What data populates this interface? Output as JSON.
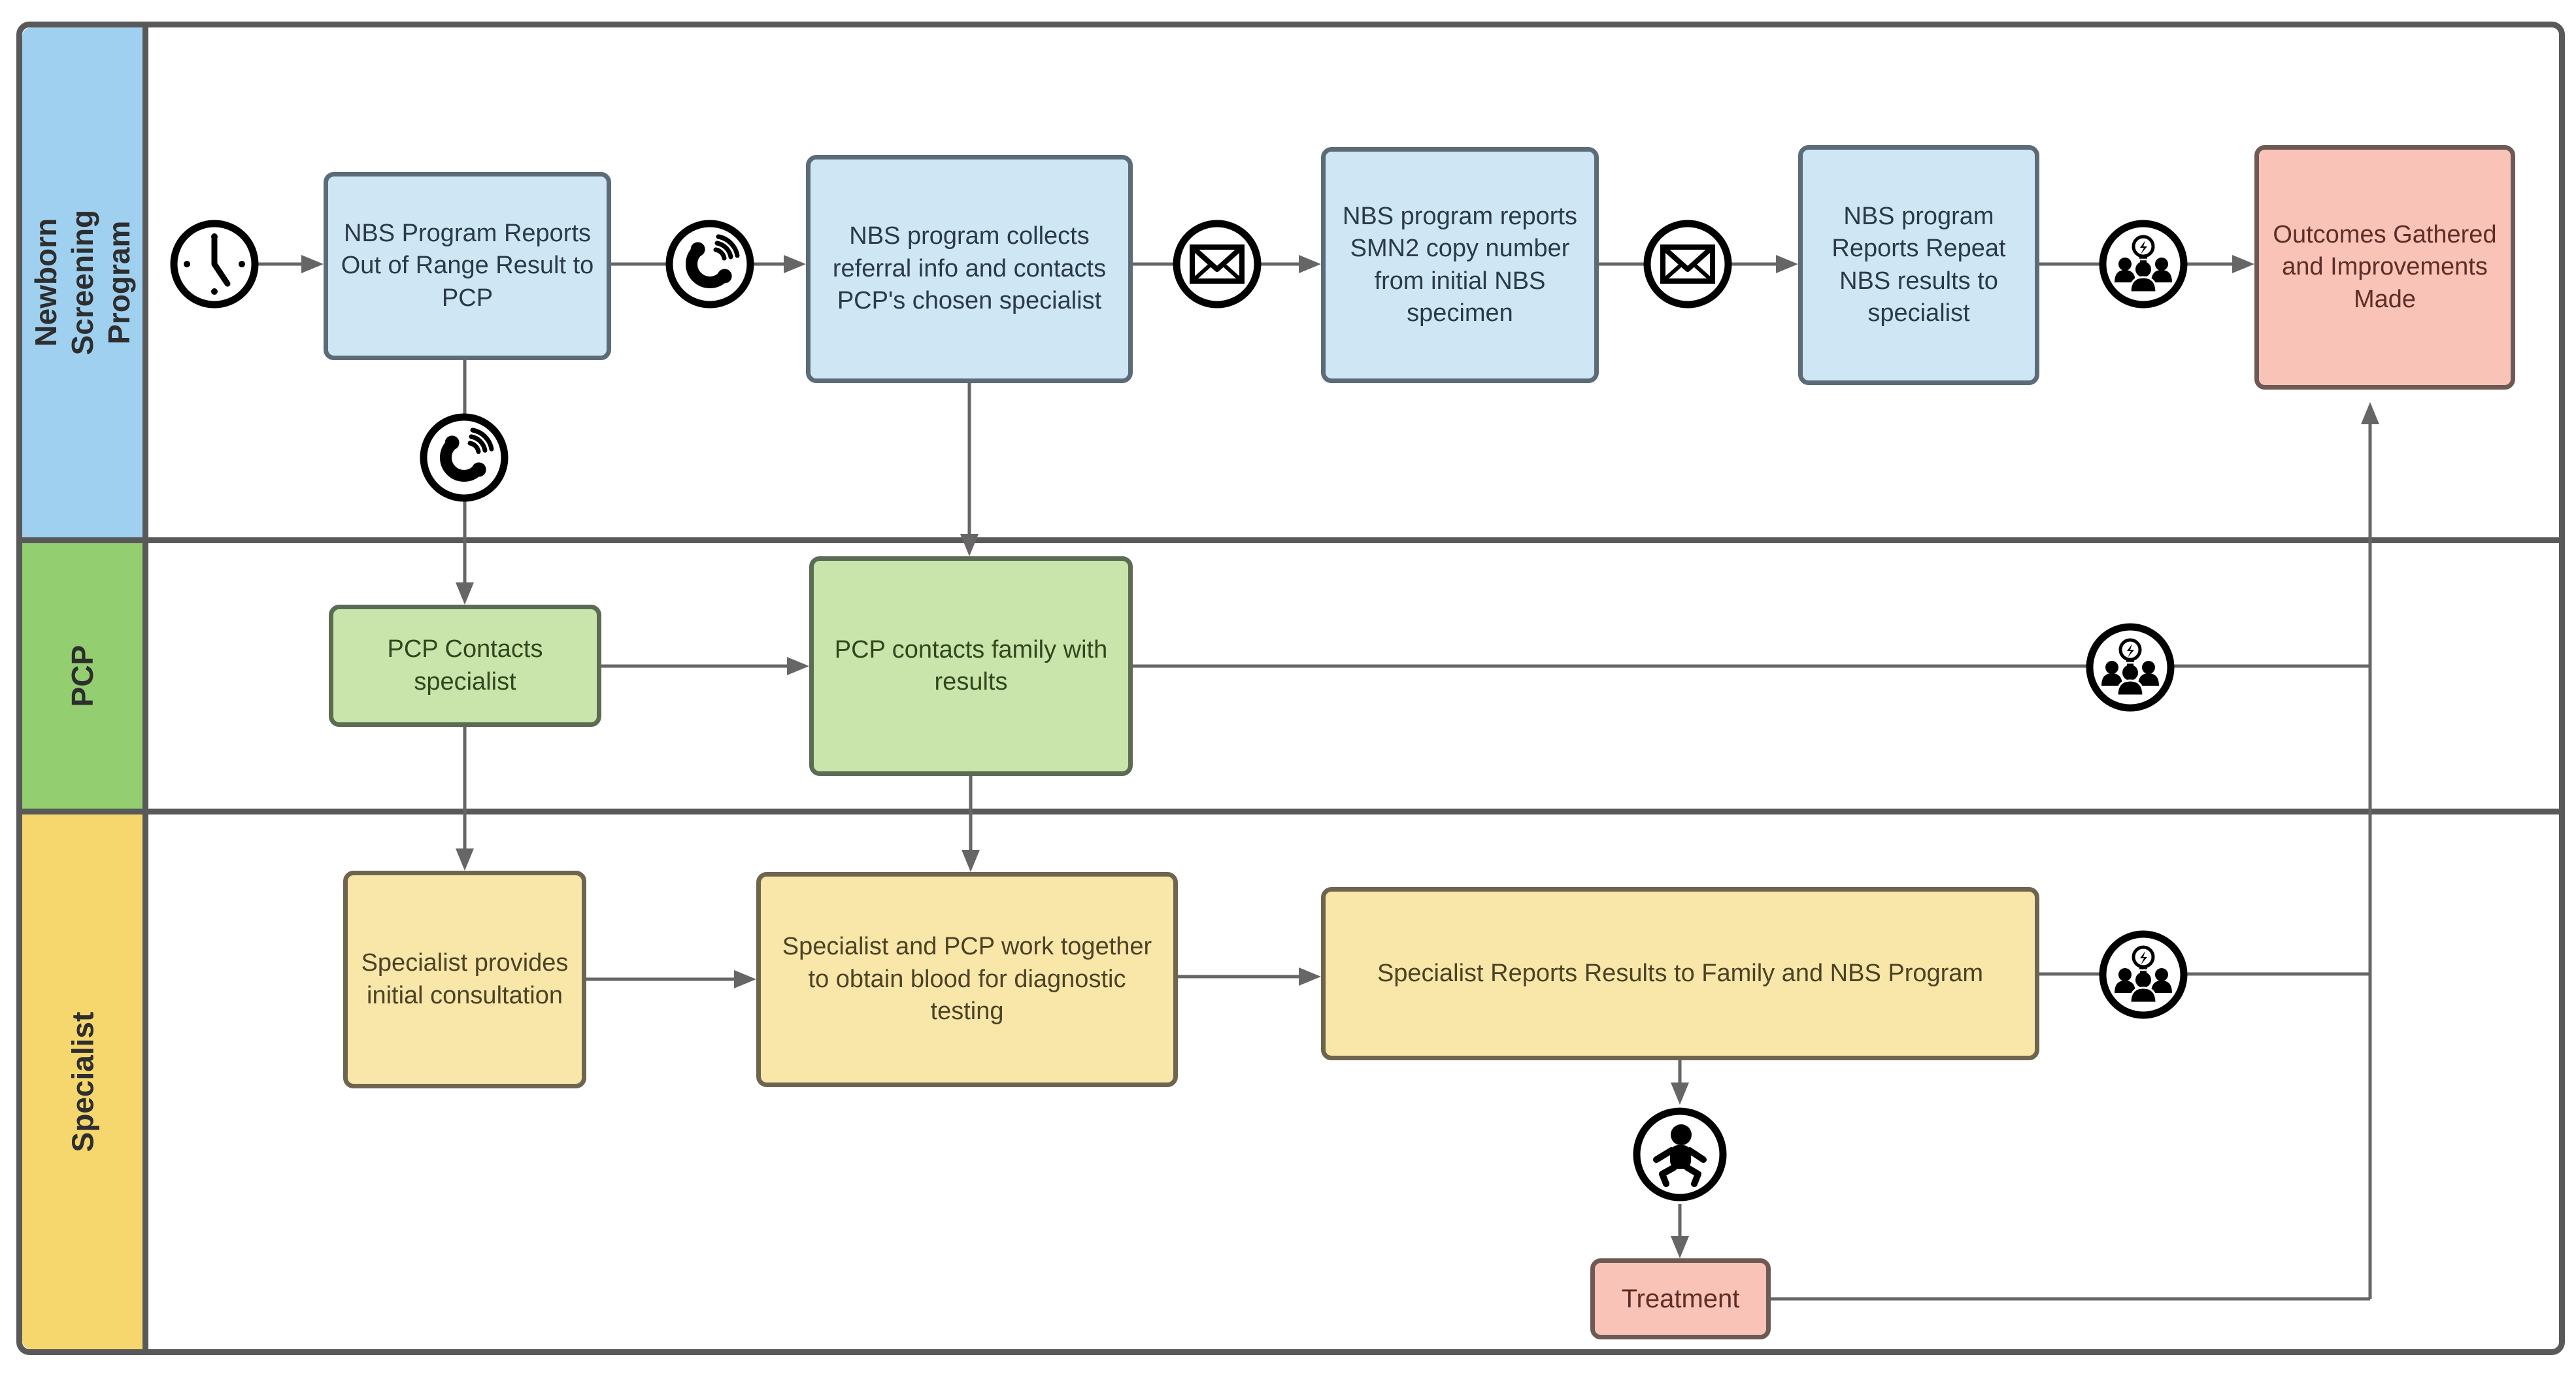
{
  "lanes": [
    {
      "label": "Newborn Screening Program",
      "color": "#9fd0ef"
    },
    {
      "label": "PCP",
      "color": "#93ce71"
    },
    {
      "label": "Specialist",
      "color": "#f6d76e"
    }
  ],
  "nodes": {
    "nbs1": {
      "text": "NBS Program Reports Out of Range Result to PCP",
      "color": "#cfe6f4"
    },
    "nbs2": {
      "text": "NBS program collects referral info and contacts PCP's chosen specialist",
      "color": "#cfe6f4"
    },
    "nbs3": {
      "text": "NBS program reports SMN2 copy number from initial NBS specimen",
      "color": "#cfe6f4"
    },
    "nbs4": {
      "text": "NBS program Reports Repeat NBS results to specialist",
      "color": "#cfe6f4"
    },
    "outcomes": {
      "text": "Outcomes Gathered and Improvements Made",
      "color": "#f9c3b8"
    },
    "pcp1": {
      "text": "PCP Contacts specialist",
      "color": "#c9e5ab"
    },
    "pcp2": {
      "text": "PCP contacts family with results",
      "color": "#c9e5ab"
    },
    "spec1": {
      "text": "Specialist provides initial consultation",
      "color": "#f9e7a9"
    },
    "spec2": {
      "text": "Specialist and PCP work together to obtain blood for diagnostic testing",
      "color": "#f9e7a9"
    },
    "spec3": {
      "text": "Specialist Reports Results to Family and NBS Program",
      "color": "#f9e7a9"
    },
    "treatment": {
      "text": "Treatment",
      "color": "#f9c3b8"
    }
  },
  "icons": [
    "clock-icon",
    "phone-call-icon",
    "mail-icon",
    "mail-icon",
    "team-lightbulb-icon",
    "phone-call-icon",
    "team-lightbulb-icon",
    "team-lightbulb-icon",
    "baby-icon"
  ],
  "colors": {
    "lane_blue": "#9fd0ef",
    "lane_green": "#93ce71",
    "lane_yellow": "#f6d76e",
    "box_blue": "#cfe6f4",
    "box_green": "#c9e5ab",
    "box_yellow": "#f9e7a9",
    "box_pink": "#f9c3b8",
    "connector": "#666666",
    "frame": "#595959"
  }
}
